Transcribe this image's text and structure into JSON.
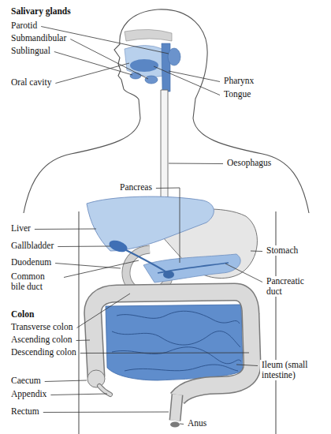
{
  "diagram": {
    "labels": [
      "Salivary glands",
      "Parotid",
      "Submandibular",
      "Sublingual",
      "Oral cavity",
      "Pharynx",
      "Tongue",
      "Oesophagus",
      "Pancreas",
      "Liver",
      "Gallbladder",
      "Duodenum",
      "Common bile duct",
      "Stomach",
      "Pancreatic duct",
      "Colon",
      "Transverse colon",
      "Ascending colon",
      "Descending colon",
      "Ileum (small intestine)",
      "Caecum",
      "Appendix",
      "Rectum",
      "Anus"
    ]
  }
}
